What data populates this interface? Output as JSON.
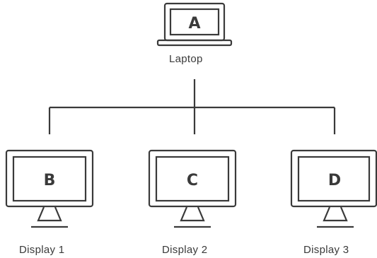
{
  "laptop": {
    "letter": "A",
    "label": "Laptop"
  },
  "displays": [
    {
      "letter": "B",
      "label": "Display 1"
    },
    {
      "letter": "C",
      "label": "Display 2"
    },
    {
      "letter": "D",
      "label": "Display 3"
    }
  ],
  "colors": {
    "stroke": "#3a3a3a",
    "background": "#ffffff"
  }
}
